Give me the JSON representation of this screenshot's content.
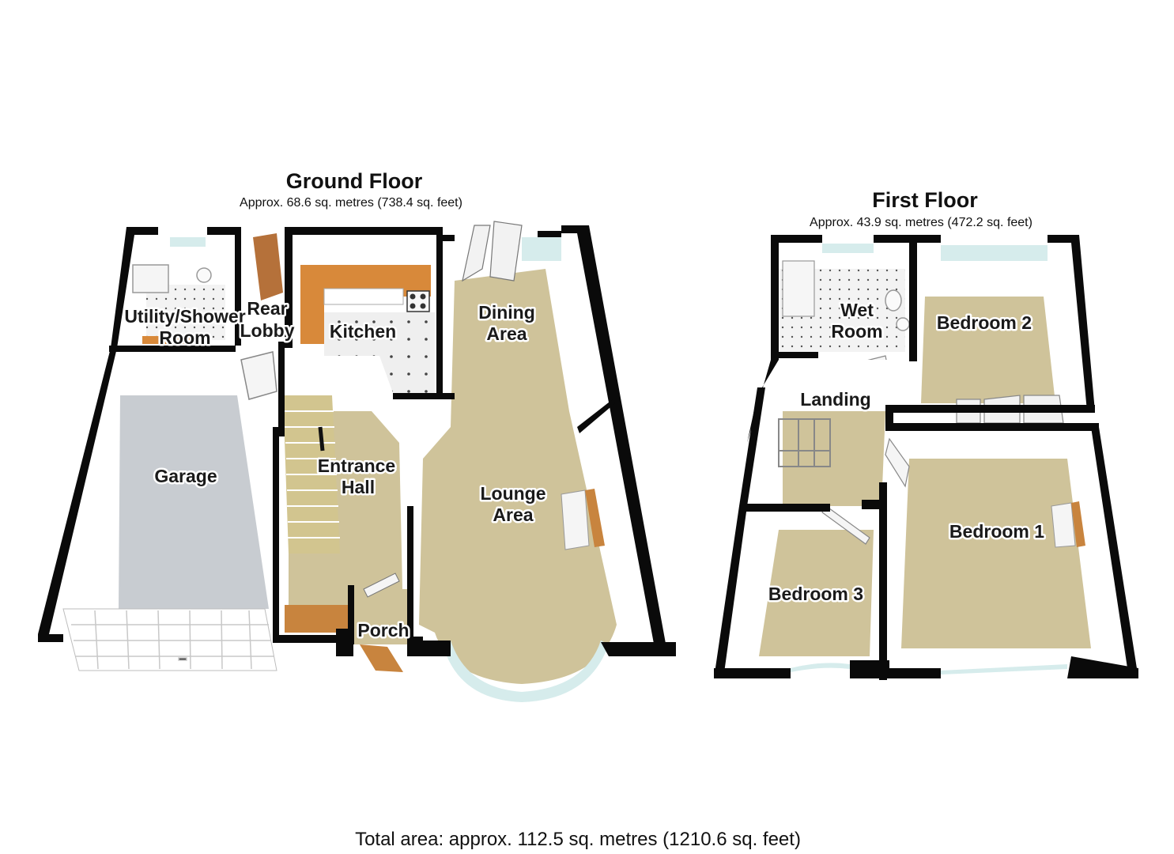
{
  "ground_floor": {
    "title": "Ground Floor",
    "area": "Approx. 68.6 sq. metres (738.4 sq. feet)",
    "rooms": {
      "utility_line1": "Utility/Shower",
      "utility_line2": "Room",
      "rear_lobby_line1": "Rear",
      "rear_lobby_line2": "Lobby",
      "kitchen": "Kitchen",
      "dining_line1": "Dining",
      "dining_line2": "Area",
      "garage": "Garage",
      "entrance_line1": "Entrance",
      "entrance_line2": "Hall",
      "lounge_line1": "Lounge",
      "lounge_line2": "Area",
      "porch": "Porch"
    }
  },
  "first_floor": {
    "title": "First Floor",
    "area": "Approx. 43.9 sq. metres (472.2 sq. feet)",
    "rooms": {
      "wet_line1": "Wet",
      "wet_line2": "Room",
      "bedroom2": "Bedroom 2",
      "landing": "Landing",
      "bedroom1": "Bedroom 1",
      "bedroom3": "Bedroom 3"
    }
  },
  "total_area": "Total area: approx. 112.5 sq. metres (1210.6 sq. feet)",
  "colors": {
    "wall": "#0a0a0a",
    "carpet": "#cfc39a",
    "garage_floor": "#c9ccd1",
    "kitchen_floor": "#eeeeee",
    "worktop": "#d8893a",
    "wood": "#c8843e",
    "window_glass": "#d6ecec"
  }
}
